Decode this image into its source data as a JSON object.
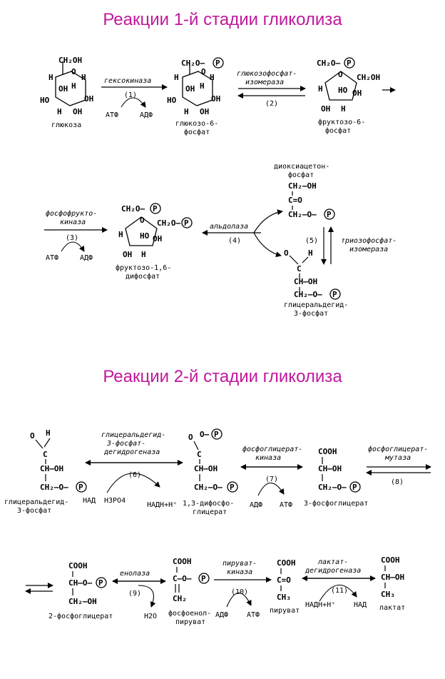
{
  "titles": {
    "stage1": "Реакции 1-й стадии гликолиза",
    "stage2": "Реакции 2-й стадии гликолиза"
  },
  "stage1": {
    "glucose": "глюкоза",
    "hexokinase": "гексокиназа",
    "r1": "(1)",
    "atp": "АТФ",
    "adp": "АДФ",
    "g6p_line1": "глюкозо-6-",
    "g6p_line2": "фосфат",
    "isomerase_line1": "глюкозофосфат-",
    "isomerase_line2": "изомераза",
    "r2": "(2)",
    "f6p_line1": "фруктозо-6-",
    "f6p_line2": "фосфат",
    "pfk_line1": "фосфофрукто-",
    "pfk_line2": "киназа",
    "r3": "(3)",
    "f16bp_line1": "фруктозо-1,6-",
    "f16bp_line2": "дифосфат",
    "aldolase": "альдолаза",
    "r4": "(4)",
    "dhap_line1": "диоксиацетон-",
    "dhap_line2": "фосфат",
    "r5": "(5)",
    "tpi_line1": "триозофосфат-",
    "tpi_line2": "изомераза",
    "g3p_line1": "глицеральдегид-",
    "g3p_line2": "3-фосфат"
  },
  "stage2": {
    "g3p_line1": "глицеральдегид-",
    "g3p_line2": "3-фосфат",
    "gapdh_line1": "глицеральдегид-",
    "gapdh_line2": "3-фосфат-",
    "gapdh_line3": "дегидрогеназа",
    "r6": "(6)",
    "nad": "НАД",
    "h3po4": "H3PO4",
    "nadh": "НАДН+Н⁺",
    "bpg_line1": "1,3-дифосфо-",
    "bpg_line2": "глицерат",
    "pgk_line1": "фосфоглицерат-",
    "pgk_line2": "киназа",
    "r7": "(7)",
    "adp": "АДФ",
    "atp": "АТФ",
    "pg3": "3-фосфоглицерат",
    "pgm_line1": "фосфоглицерат-",
    "pgm_line2": "мутаза",
    "r8": "(8)",
    "pg2": "2-фосфоглицерат",
    "enolase": "енолаза",
    "r9": "(9)",
    "h2o": "H2O",
    "pep_line1": "фосфоенол-",
    "pep_line2": "пируват",
    "pk_line1": "пируват-",
    "pk_line2": "киназа",
    "r10": "(10)",
    "pyruvate": "пируват",
    "ldh_line1": "лактат-",
    "ldh_line2": "дегидрогеназа",
    "r11": "(11)",
    "nad2": "НАД",
    "lactate": "лактат"
  }
}
